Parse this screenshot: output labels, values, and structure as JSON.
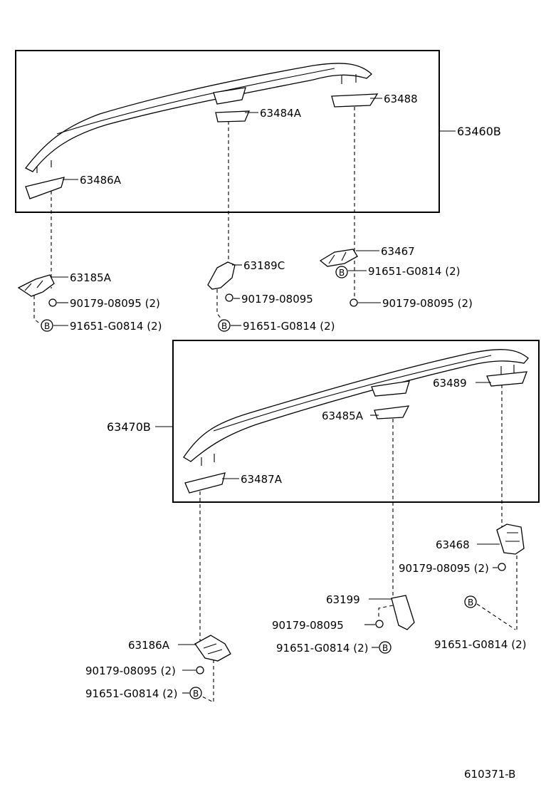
{
  "labels": {
    "p63488": "63488",
    "p63484A": "63484A",
    "p63460B": "63460B",
    "p63486A": "63486A",
    "p63467": "63467",
    "p91651_upper_right": "91651-G0814 (2)",
    "p90179_upper_right": "90179-08095 (2)",
    "p63185A": "63185A",
    "p90179_upper_left": "90179-08095 (2)",
    "p91651_upper_left": "91651-G0814 (2)",
    "p63189C": "63189C",
    "p90179_upper_mid": "90179-08095",
    "p91651_upper_mid": "91651-G0814 (2)",
    "p63489": "63489",
    "p63470B": "63470B",
    "p63485A": "63485A",
    "p63487A": "63487A",
    "p63468": "63468",
    "p90179_lower_right": "90179-08095 (2)",
    "p91651_lower_right": "91651-G0814 (2)",
    "p63199": "63199",
    "p90179_lower_mid": "90179-08095",
    "p91651_lower_mid": "91651-G0814 (2)",
    "p63186A": "63186A",
    "p90179_lower_left": "90179-08095 (2)",
    "p91651_lower_left": "91651-G0814 (2)"
  },
  "ref_marker": "B",
  "footer": {
    "diagram_code": "610371-B"
  }
}
